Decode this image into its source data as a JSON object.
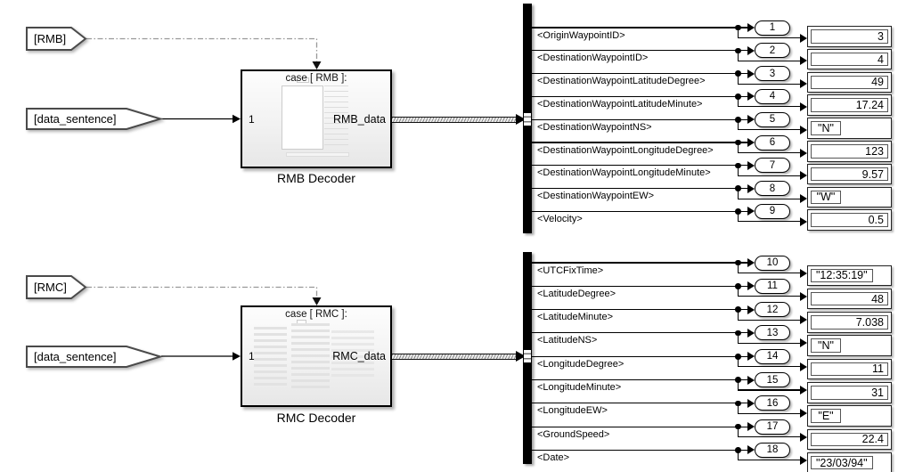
{
  "groups": [
    {
      "id": "rmb",
      "from_tag_label": "[RMB]",
      "data_tag_label": "[data_sentence]",
      "case_label": "case [ RMB ]:",
      "input_port_label": "1",
      "output_port_label": "RMB_data",
      "block_caption": "RMB Decoder",
      "rows": [
        {
          "signal": "<OriginWaypointID>",
          "outport": "1",
          "value": "3",
          "kind": "number"
        },
        {
          "signal": "<DestinationWaypointID>",
          "outport": "2",
          "value": "4",
          "kind": "number"
        },
        {
          "signal": "<DestinationWaypointLatitudeDegree>",
          "outport": "3",
          "value": "49",
          "kind": "number"
        },
        {
          "signal": "<DestinationWaypointLatitudeMinute>",
          "outport": "4",
          "value": "17.24",
          "kind": "number"
        },
        {
          "signal": "<DestinationWaypointNS>",
          "outport": "5",
          "value": "\"N\"",
          "kind": "string"
        },
        {
          "signal": "<DestinationWaypointLongitudeDegree>",
          "outport": "6",
          "value": "123",
          "kind": "number"
        },
        {
          "signal": "<DestinationWaypointLongitudeMinute>",
          "outport": "7",
          "value": "9.57",
          "kind": "number"
        },
        {
          "signal": "<DestinationWaypointEW>",
          "outport": "8",
          "value": "\"W\"",
          "kind": "string"
        },
        {
          "signal": "<Velocity>",
          "outport": "9",
          "value": "0.5",
          "kind": "number"
        }
      ]
    },
    {
      "id": "rmc",
      "from_tag_label": "[RMC]",
      "data_tag_label": "[data_sentence]",
      "case_label": "case [ RMC ]:",
      "input_port_label": "1",
      "output_port_label": "RMC_data",
      "block_caption": "RMC Decoder",
      "rows": [
        {
          "signal": "<UTCFixTime>",
          "outport": "10",
          "value": "\"12:35:19\"",
          "kind": "string"
        },
        {
          "signal": "<LatitudeDegree>",
          "outport": "11",
          "value": "48",
          "kind": "number"
        },
        {
          "signal": "<LatitudeMinute>",
          "outport": "12",
          "value": "7.038",
          "kind": "number"
        },
        {
          "signal": "<LatitudeNS>",
          "outport": "13",
          "value": "\"N\"",
          "kind": "string"
        },
        {
          "signal": "<LongitudeDegree>",
          "outport": "14",
          "value": "11",
          "kind": "number"
        },
        {
          "signal": "<LongitudeMinute>",
          "outport": "15",
          "value": "31",
          "kind": "number"
        },
        {
          "signal": "<LongitudeEW>",
          "outport": "16",
          "value": "\"E\"",
          "kind": "string"
        },
        {
          "signal": "<GroundSpeed>",
          "outport": "17",
          "value": "22.4",
          "kind": "number"
        },
        {
          "signal": "<Date>",
          "outport": "18",
          "value": "\"23/03/94\"",
          "kind": "string"
        }
      ]
    }
  ],
  "colors": {
    "background": "#ffffff",
    "wire": "#000000",
    "goto_wire": "#999999",
    "block_border": "#000000",
    "tag_border": "#4a4a4a"
  }
}
